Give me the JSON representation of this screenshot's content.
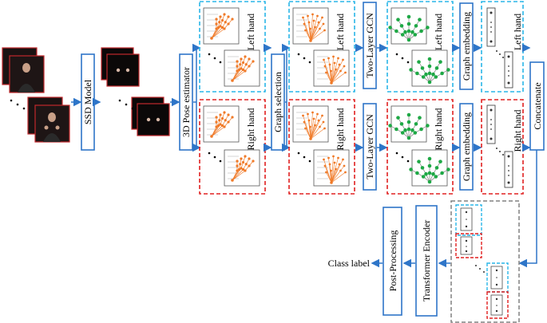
{
  "blocks": {
    "ssd": "SSD Model",
    "pose": "3D Pose estimator",
    "graph_selection": "Graph selection",
    "gcn_top": "Two-Layer GCN",
    "gcn_bottom": "Two-Layer GCN",
    "embed_top": "Graph embedding",
    "embed_bottom": "Graph embedding",
    "concat": "Concatenate",
    "transformer": "Transformer Encoder",
    "post": "Post-Processing"
  },
  "labels": {
    "left_hand": "Left hand",
    "right_hand": "Right hand",
    "class_label": "Class label"
  },
  "colors": {
    "arrow": "#2e75c8",
    "left_dash": "#29b6e8",
    "right_dash": "#e02020",
    "gray_dash": "#808080",
    "skeleton": "#f07a28",
    "gcn_node": "#1ea845",
    "frame_border": "#c0282c"
  }
}
